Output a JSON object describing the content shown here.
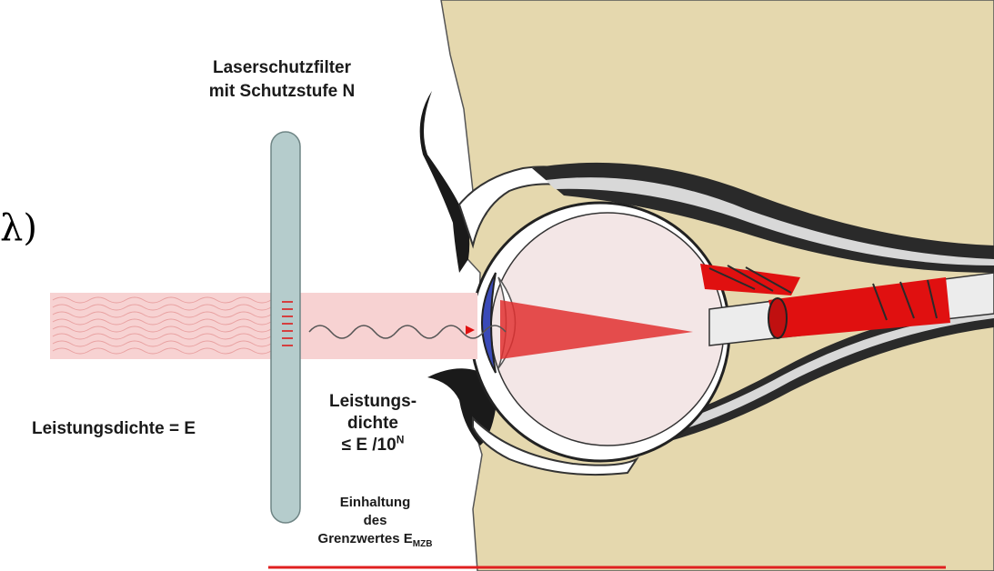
{
  "fragment": "λ)",
  "filter_label": {
    "line1": "Laserschutzfilter",
    "line2": "mit Schutzstufe N"
  },
  "incoming_label": {
    "text": "Leistungsdichte = E"
  },
  "transmitted_label": {
    "line1": "Leistungs-",
    "line2": "dichte",
    "line3_prefix": "≤ E /10",
    "line3_sup": "N"
  },
  "limit_label": {
    "line1": "Einhaltung",
    "line2": "des",
    "line3_prefix": "Grenzwertes E",
    "line3_sub": "MZB"
  },
  "colors": {
    "skin": "#e5d8ae",
    "filter": "#b5cccc",
    "beam": "#f7d2d2",
    "beam_waves": "#e8a0a0",
    "laser_red": "#e01010",
    "cornea_blue": "#3a4ab8",
    "eyeball": "#f3e6e6",
    "underline": "#e02020"
  }
}
